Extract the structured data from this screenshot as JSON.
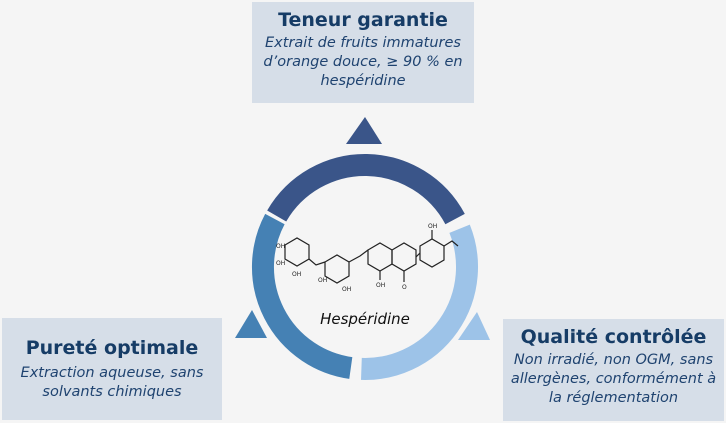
{
  "top_box": {
    "title": "Teneur garantie",
    "description": "Extrait de fruits immatures d’orange douce, ≥ 90 % en hespéridine"
  },
  "left_box": {
    "title": "Pureté optimale",
    "description": "Extraction aqueuse, sans solvants chimiques"
  },
  "right_box": {
    "title": "Qualité contrôlée",
    "description": "Non irradié, non OGM, sans allergènes, conformément à la réglementation"
  },
  "center": {
    "caption": "Hespéridine",
    "labels": {
      "oh": "OH",
      "o": "O"
    }
  },
  "colors": {
    "top_arc": "#3a5589",
    "right_arc": "#9dc3e8",
    "left_arc": "#4581b4",
    "box_bg": "#d6dee8",
    "title": "#163c66"
  }
}
